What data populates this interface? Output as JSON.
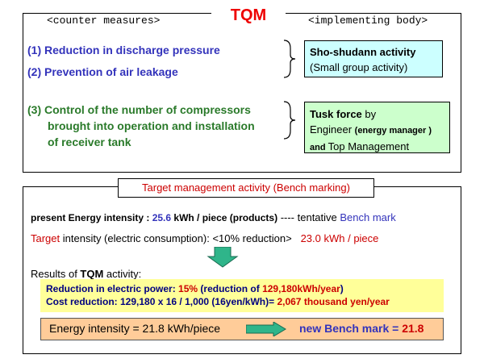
{
  "title": "TQM",
  "counter_measures_header": "<counter measures>",
  "implementing_body_header": "<implementing body>",
  "measures": {
    "m1": "(1) Reduction in discharge pressure",
    "m2": "(2) Prevention of air leakage",
    "m3_line1": "(3) Control of the number of compressors",
    "m3_line2": "brought into operation and installation",
    "m3_line3": "of receiver tank"
  },
  "bodies": {
    "b1_title": "Sho-shudann activity",
    "b1_sub": "(Small group activity)",
    "b2_bold": "Tusk force",
    "b2_by": " by",
    "b2_line2a": "Engineer ",
    "b2_line2b": "(energy manager )",
    "b2_line3a": "and ",
    "b2_line3b": "Top Management"
  },
  "target_activity": "Target management activity  (Bench marking)",
  "present": {
    "label": "present Energy intensity : ",
    "value": "25.6",
    "unit": " kWh / piece (products)",
    "dash": "  ---- tentative ",
    "bench": "Bench mark"
  },
  "target": {
    "label_red": "Target",
    "label_rest": " intensity (electric consumption):  ",
    "reduction": "<10% reduction>",
    "value": "   23.0 kWh / piece"
  },
  "results": {
    "label_pre": "Results of ",
    "label_bold": "TQM",
    "label_post": " activity:"
  },
  "yellow": {
    "l1_a": "Reduction in electric power: ",
    "l1_b": "15%",
    "l1_c": "  (reduction of ",
    "l1_d": "129,180kWh/year",
    "l1_e": ")",
    "l2_a": "Cost reduction: 129,180 x 16 / 1,000 (16yen/kWh)= ",
    "l2_b": "2,067 thousand yen/year"
  },
  "orange": {
    "ei": "Energy intensity = 21.8 kWh/piece",
    "bench_label": "new Bench mark = ",
    "bench_value": "21.8"
  },
  "colors": {
    "title_red": "#ee0000",
    "blue_text": "#3333bb",
    "green_text": "#2a7a2a",
    "body1_bg": "#ccffff",
    "body2_bg": "#ccffcc",
    "yellow_bg": "#ffff99",
    "orange_bg": "#ffcc99",
    "arrow_green": "#2fb58a"
  }
}
